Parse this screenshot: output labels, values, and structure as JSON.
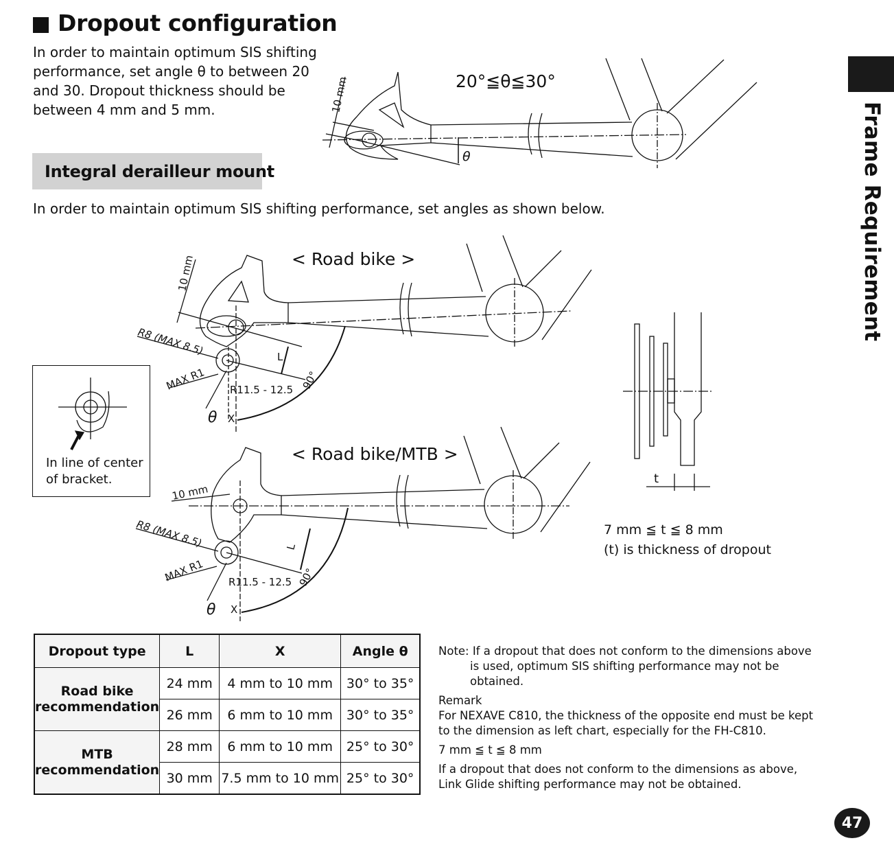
{
  "page": {
    "title": "Dropout configuration",
    "intro_lines": [
      "In order to maintain optimum SIS shifting",
      "performance, set angle θ to between 20",
      "and 30. Dropout thickness should be",
      "between 4 mm and 5 mm."
    ],
    "section_title": "Integral derailleur mount",
    "section_desc": "In order to maintain optimum SIS shifting performance, set angles as shown below.",
    "side_tab": "Frame Requirement",
    "page_number": "47"
  },
  "diagrams": {
    "top": {
      "ten_mm": "10 mm",
      "angle_range": "20°≦θ≦30°",
      "theta": "θ"
    },
    "road": {
      "title": "< Road bike >",
      "ten_mm": "10 mm",
      "r8": "R8 (MAX 8.5)",
      "max_r1": "MAX R1",
      "r11": "R11.5 - 12.5",
      "l": "L",
      "deg90": "90°",
      "theta": "θ",
      "x": "X"
    },
    "mtb": {
      "title": "< Road bike/MTB >",
      "ten_mm": "10 mm",
      "r8": "R8 (MAX 8.5)",
      "max_r1": "MAX R1",
      "r11": "R11.5 - 12.5",
      "l": "L",
      "deg90": "90°",
      "theta": "θ",
      "x": "X"
    },
    "inset_lines": [
      "In line of center",
      "of bracket."
    ],
    "thickness": {
      "t": "t",
      "range": "7 mm ≦ t ≦ 8 mm",
      "desc": "(t) is thickness of dropout"
    }
  },
  "table": {
    "headers": [
      "Dropout type",
      "L",
      "X",
      "Angle θ"
    ],
    "groups": [
      {
        "label": "Road bike recommendation",
        "rows": [
          [
            "24 mm",
            "4 mm to 10 mm",
            "30° to 35°"
          ],
          [
            "26 mm",
            "6 mm to 10 mm",
            "30° to 35°"
          ]
        ]
      },
      {
        "label": "MTB recommendation",
        "rows": [
          [
            "28 mm",
            "6 mm to 10 mm",
            "25° to 30°"
          ],
          [
            "30 mm",
            "7.5 mm to 10 mm",
            "25° to 30°"
          ]
        ]
      }
    ]
  },
  "notes": {
    "note_first": "Note: If a dropout that does not conform to the dimensions above",
    "note_rest": [
      "is used, optimum SIS shifting performance may not be",
      "obtained."
    ],
    "remark_title": "Remark",
    "remark_lines": [
      "For NEXAVE C810, the thickness of the opposite end must be kept",
      "to the dimension as left chart, especially for the FH-C810."
    ],
    "range": "7 mm ≦ t ≦ 8 mm",
    "final_lines": [
      "If a dropout that does not conform to the dimensions as above,",
      "Link Glide shifting performance may not be obtained."
    ]
  }
}
